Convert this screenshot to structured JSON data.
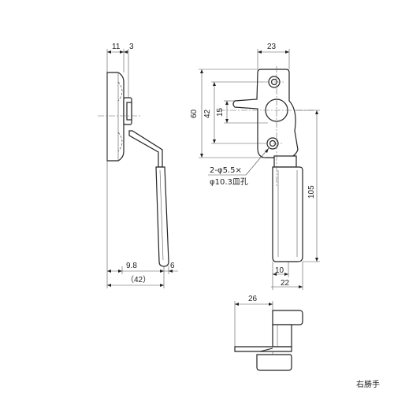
{
  "dimensions": {
    "side_top_left": "11",
    "side_top_right": "3",
    "side_bottom_left": "9.8",
    "side_bottom_right": "6",
    "side_overall": "（42）",
    "front_width_top": "23",
    "front_height_outer": "60",
    "front_height_mid": "42",
    "front_height_inner": "15",
    "front_height_handle": "105",
    "front_bottom_inner": "10",
    "front_bottom_outer": "22",
    "bottom_view_width": "26"
  },
  "notes": {
    "hole_spec_line1": "2-φ5.5×",
    "hole_spec_line2": "φ10.3皿孔",
    "hand": "右勝手"
  }
}
